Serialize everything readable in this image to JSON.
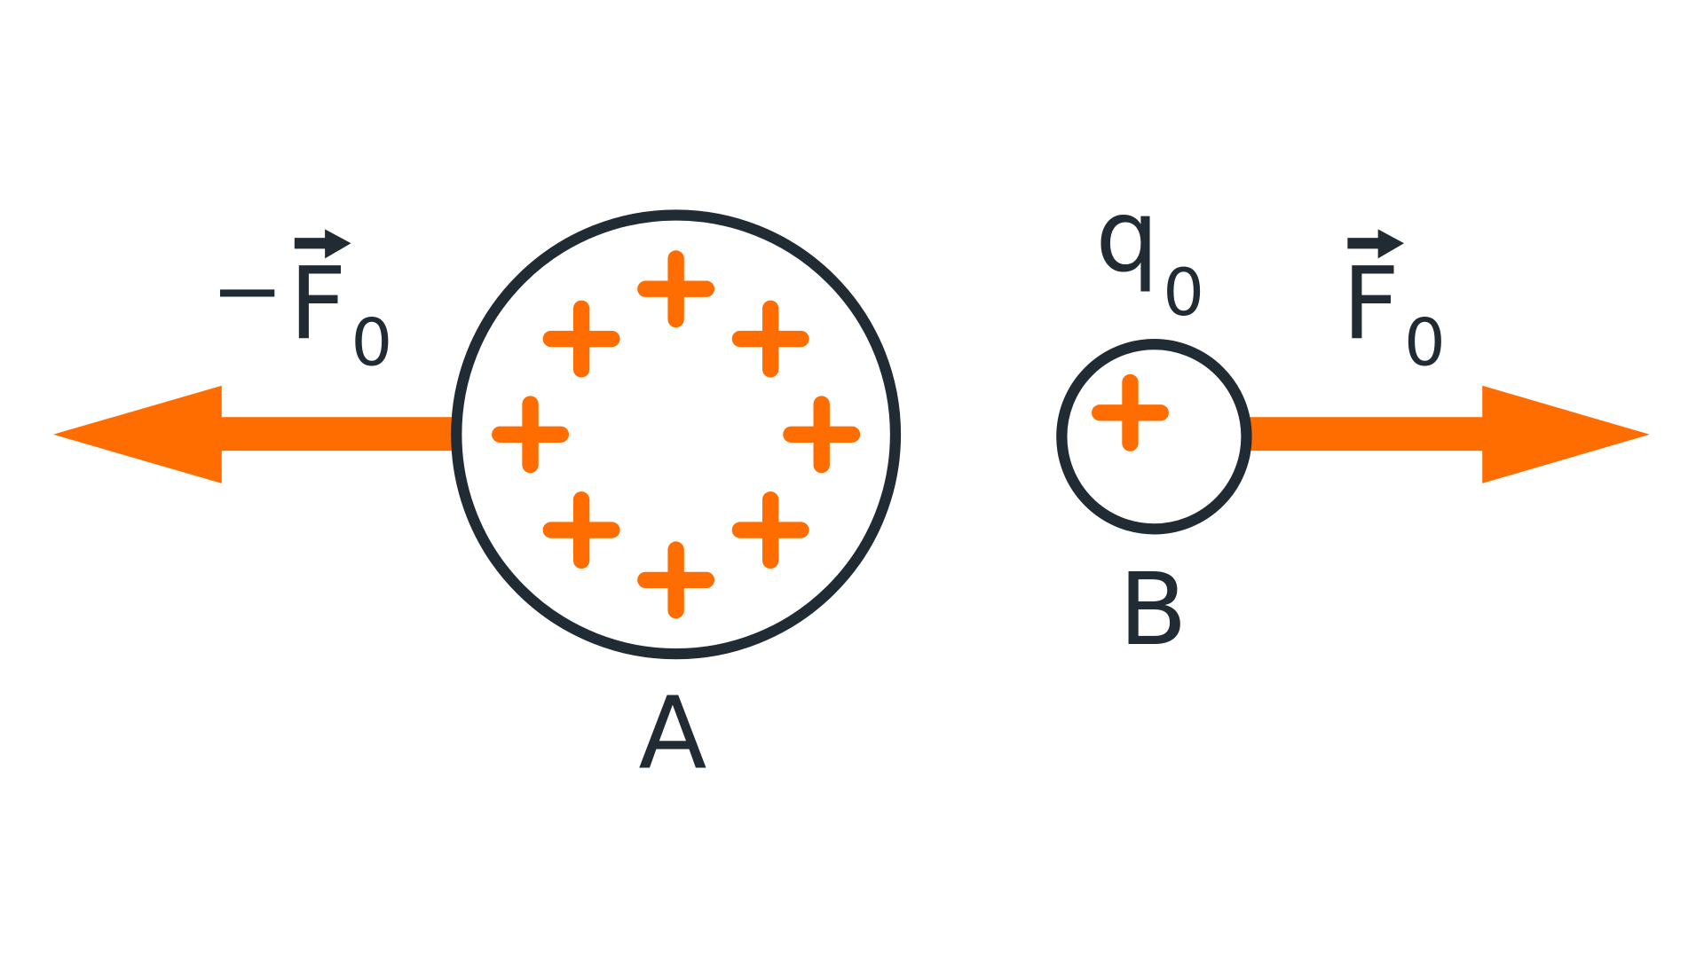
{
  "colors": {
    "charge": "#ff6d00",
    "force": "#ff6d00",
    "outline": "#212b33",
    "text": "#212b33"
  },
  "labels": {
    "force_left_sign": "−",
    "force_left_symbol": "F",
    "force_left_subscript": "0",
    "force_right_symbol": "F",
    "force_right_subscript": "0",
    "test_charge_symbol": "q",
    "test_charge_subscript": "0",
    "sphere_a": "A",
    "sphere_b": "B"
  },
  "sphere_a": {
    "charge_signs": [
      "+",
      "+",
      "+",
      "+",
      "+",
      "+",
      "+",
      "+"
    ]
  },
  "sphere_b": {
    "charge_signs": [
      "+"
    ]
  }
}
